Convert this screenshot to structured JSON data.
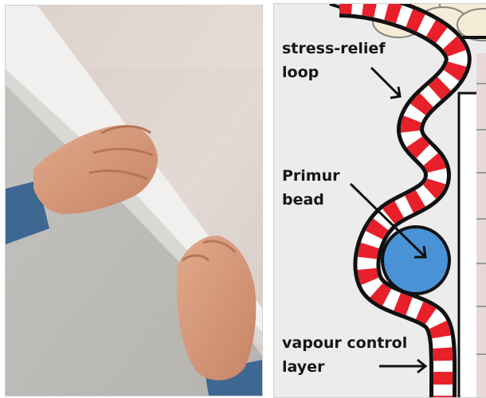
{
  "photo": {
    "description_icon": "hands-applying-tape"
  },
  "diagram": {
    "labels": {
      "stress_relief_line1": "stress-relief",
      "stress_relief_line2": "loop",
      "primur_line1": "Primur",
      "primur_line2": "bead",
      "vapour_line1": "vapour control",
      "vapour_line2": "layer"
    },
    "colors": {
      "stripe_red": "#e8202a",
      "stripe_white": "#ffffff",
      "bead_blue": "#4a92d6",
      "outline": "#111111",
      "background": "#ececec"
    }
  }
}
